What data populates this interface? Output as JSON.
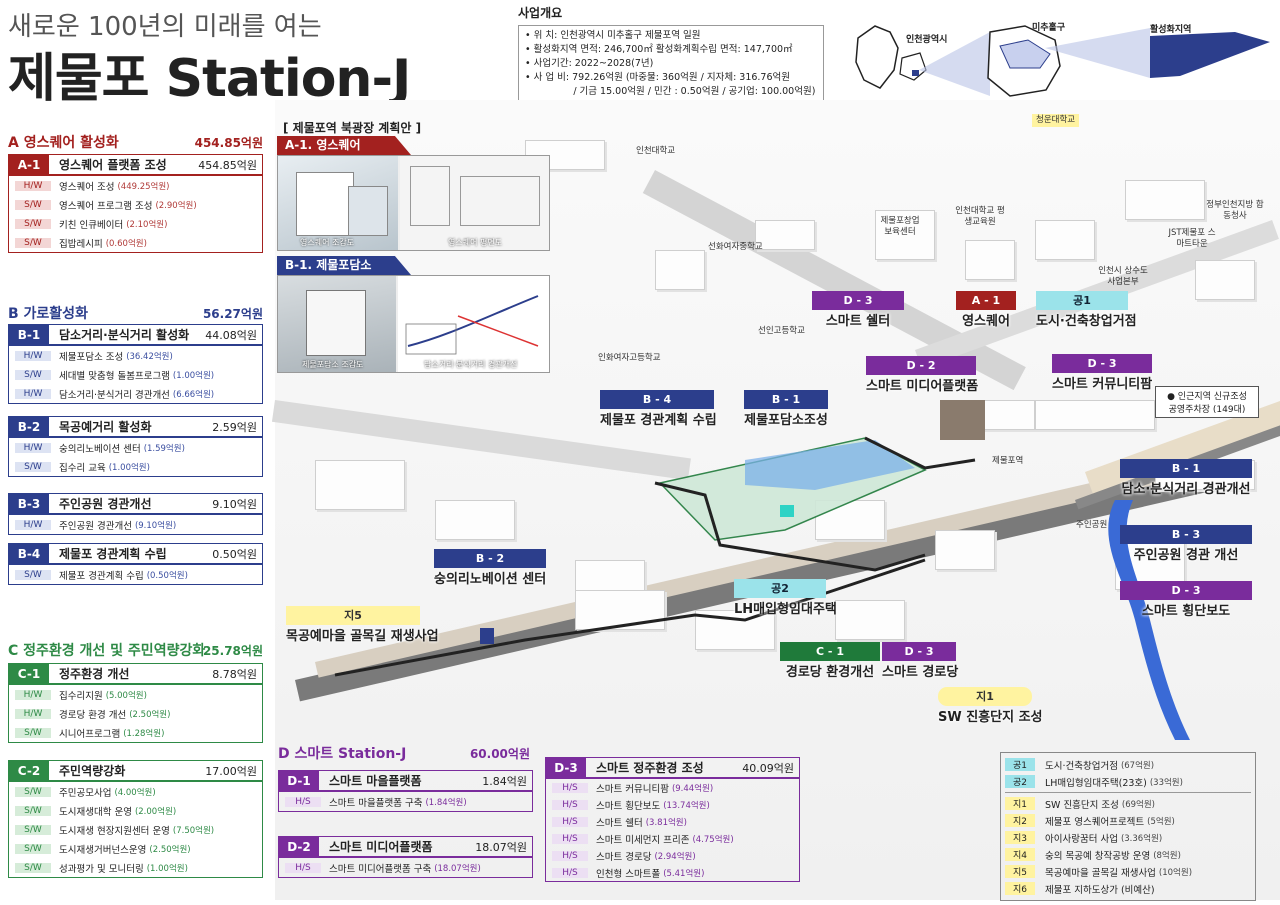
{
  "header": {
    "subtitle": "새로운 100년의 미래를 여는",
    "title": "제물포 Station-J"
  },
  "overview": {
    "heading": "사업개요",
    "lines": [
      "• 위        치: 인천광역시 미추홀구 제물포역 일원",
      "• 활성화지역 면적: 246,700㎡   활성화계획수립 면적: 147,700㎡",
      "• 사업기간: 2022~2028(7년)",
      "• 사 업 비: 792.26억원 (마중물: 360억원 / 지자체: 316.76억원",
      "                / 기금 15.00억원 / 민간 : 0.50억원 / 공기업: 100.00억원)"
    ]
  },
  "location_map": {
    "labels": [
      "인천광역시",
      "미추홀구",
      "활성화지역"
    ]
  },
  "sections": {
    "A": {
      "title": "A 영스퀘어 활성화",
      "amount": "454.85억원",
      "projects": [
        {
          "code": "A-1",
          "name": "영스퀘어 플랫폼 조성",
          "amount": "454.85억원",
          "items": [
            {
              "tag": "H/W",
              "text": "영스퀘어 조성",
              "amt": "(449.25억원)"
            },
            {
              "tag": "S/W",
              "text": "영스퀘어 프로그램 조성",
              "amt": "(2.90억원)"
            },
            {
              "tag": "S/W",
              "text": "키친 인큐베이터",
              "amt": "(2.10억원)"
            },
            {
              "tag": "S/W",
              "text": "집밥레시피",
              "amt": "(0.60억원)"
            }
          ]
        }
      ]
    },
    "B": {
      "title": "B 가로활성화",
      "amount": "56.27억원",
      "projects": [
        {
          "code": "B-1",
          "name": "담소거리·분식거리 활성화",
          "amount": "44.08억원",
          "items": [
            {
              "tag": "H/W",
              "text": "제물포담소 조성",
              "amt": "(36.42억원)"
            },
            {
              "tag": "S/W",
              "text": "세대별 맞춤형 돌봄프로그램",
              "amt": "(1.00억원)"
            },
            {
              "tag": "H/W",
              "text": "담소거리·분식거리 경관개선",
              "amt": "(6.66억원)"
            }
          ]
        },
        {
          "code": "B-2",
          "name": "목공예거리 활성화",
          "amount": "2.59억원",
          "items": [
            {
              "tag": "H/W",
              "text": "숭의리노베이션 센터",
              "amt": "(1.59억원)"
            },
            {
              "tag": "S/W",
              "text": "집수리 교육",
              "amt": "(1.00억원)"
            }
          ]
        },
        {
          "code": "B-3",
          "name": "주인공원 경관개선",
          "amount": "9.10억원",
          "items": [
            {
              "tag": "H/W",
              "text": "주인공원 경관개선",
              "amt": "(9.10억원)"
            }
          ]
        },
        {
          "code": "B-4",
          "name": "제물포 경관계획 수립",
          "amount": "0.50억원",
          "items": [
            {
              "tag": "S/W",
              "text": "제물포 경관계획 수립",
              "amt": "(0.50억원)"
            }
          ]
        }
      ]
    },
    "C": {
      "title": "C 정주환경 개선 및 주민역량강화",
      "amount": "25.78억원",
      "projects": [
        {
          "code": "C-1",
          "name": "정주환경 개선",
          "amount": "8.78억원",
          "items": [
            {
              "tag": "H/W",
              "text": "집수리지원",
              "amt": "(5.00억원)"
            },
            {
              "tag": "H/W",
              "text": "경로당 환경 개선",
              "amt": "(2.50억원)"
            },
            {
              "tag": "S/W",
              "text": "시니어프로그램",
              "amt": "(1.28억원)"
            }
          ]
        },
        {
          "code": "C-2",
          "name": "주민역량강화",
          "amount": "17.00억원",
          "items": [
            {
              "tag": "S/W",
              "text": "주민공모사업",
              "amt": "(4.00억원)"
            },
            {
              "tag": "S/W",
              "text": "도시재생대학 운영",
              "amt": "(2.00억원)"
            },
            {
              "tag": "S/W",
              "text": "도시재생 현장지원센터 운영",
              "amt": "(7.50억원)"
            },
            {
              "tag": "S/W",
              "text": "도시재생거버넌스운영",
              "amt": "(2.50억원)"
            },
            {
              "tag": "S/W",
              "text": "성과평가 및 모니터링",
              "amt": "(1.00억원)"
            }
          ]
        }
      ]
    },
    "D": {
      "title": "D 스마트 Station-J",
      "amount": "60.00억원",
      "projects": [
        {
          "code": "D-1",
          "name": "스마트 마을플랫폼",
          "amount": "1.84억원",
          "items": [
            {
              "tag": "H/S",
              "text": "스마트 마을플랫폼 구축",
              "amt": "(1.84억원)"
            }
          ]
        },
        {
          "code": "D-2",
          "name": "스마트 미디어플랫폼",
          "amount": "18.07억원",
          "items": [
            {
              "tag": "H/S",
              "text": "스마트 미디어플랫폼 구축",
              "amt": "(18.07억원)"
            }
          ]
        },
        {
          "code": "D-3",
          "name": "스마트 정주환경 조성",
          "amount": "40.09억원",
          "items": [
            {
              "tag": "H/S",
              "text": "스마트 커뮤니티팜",
              "amt": "(9.44억원)"
            },
            {
              "tag": "H/S",
              "text": "스마트 횡단보도",
              "amt": "(13.74억원)"
            },
            {
              "tag": "H/S",
              "text": "스마트 쉘터",
              "amt": "(3.81억원)"
            },
            {
              "tag": "H/S",
              "text": "스마트 미세먼지 프리존",
              "amt": "(4.75억원)"
            },
            {
              "tag": "H/S",
              "text": "스마트 경로당",
              "amt": "(2.94억원)"
            },
            {
              "tag": "H/S",
              "text": "인천형 스마트폴",
              "amt": "(5.41억원)"
            }
          ]
        }
      ]
    }
  },
  "plan": {
    "heading": "[ 제물포역 북광장 계획안 ]",
    "a1": "A-1. 영스퀘어",
    "a1_img1": "영스퀘어 조감도",
    "a1_img2": "영스퀘어 평면도",
    "b1": "B-1. 제물포담소",
    "b1_img1": "제물포담소 조감도",
    "b1_img2": "담소거리·분식거리 경관개선"
  },
  "map_labels": [
    {
      "code": "D - 3",
      "name": "스마트 쉘터",
      "cls": "bg-purple"
    },
    {
      "code": "A - 1",
      "name": "영스퀘어",
      "cls": "bg-red"
    },
    {
      "code": "공1",
      "name": "도시·건축창업거점",
      "cls": "bg-cyan"
    },
    {
      "code": "D - 2",
      "name": "스마트 미디어플랫폼",
      "cls": "bg-purple"
    },
    {
      "code": "D - 3",
      "name": "스마트 커뮤니티팜",
      "cls": "bg-purple"
    },
    {
      "code": "B - 4",
      "name": "제물포 경관계획 수립",
      "cls": "bg-blue"
    },
    {
      "code": "B - 1",
      "name": "제물포담소조성",
      "cls": "bg-blue"
    },
    {
      "code": "B - 1",
      "name": "담소·분식거리 경관개선",
      "cls": "bg-blue"
    },
    {
      "code": "B - 3",
      "name": "주인공원 경관 개선",
      "cls": "bg-blue"
    },
    {
      "code": "D - 3",
      "name": "스마트 횡단보도",
      "cls": "bg-purple"
    },
    {
      "code": "B - 2",
      "name": "숭의리노베이션 센터",
      "cls": "bg-blue"
    },
    {
      "code": "지5",
      "name": "목공예마을 골목길 재생사업",
      "cls": "bg-yellow"
    },
    {
      "code": "공2",
      "name": "LH매입형임대주택",
      "cls": "bg-cyan"
    },
    {
      "code": "C - 1",
      "name": "경로당 환경개선",
      "cls": "bg-green"
    },
    {
      "code": "D - 3",
      "name": "스마트 경로당",
      "cls": "bg-purple"
    },
    {
      "code": "지1",
      "name": "SW 진흥단지 조성",
      "cls": "bg-yellow"
    }
  ],
  "parking_note": {
    "line1": "● 인근지역 신규조성",
    "line2": "공영주차장 (149대)"
  },
  "places": [
    "청운대학교",
    "인천대학교",
    "정부인천지방 합동청사",
    "제물포창업 보육센터",
    "인천대학교 평생교육원",
    "JST제물포 스마트타운",
    "선화여자중학교",
    "인천시 상수도사업본부",
    "선인고등학교",
    "인화여자고등학교",
    "제물포역",
    "주인공원"
  ],
  "legend": [
    {
      "tag": "공1",
      "text": "도시·건축창업거점",
      "amt": "(67억원)",
      "type": "cyan"
    },
    {
      "tag": "공2",
      "text": "LH매입형임대주택(23호)",
      "amt": "(33억원)",
      "type": "cyan"
    },
    {
      "tag": "지1",
      "text": "SW 진흥단지 조성",
      "amt": "(69억원)",
      "type": "yellow"
    },
    {
      "tag": "지2",
      "text": "제물포 영스퀘어프로젝트",
      "amt": "(5억원)",
      "type": "yellow"
    },
    {
      "tag": "지3",
      "text": "아이사랑꿈터 사업",
      "amt": "(3.36억원)",
      "type": "yellow"
    },
    {
      "tag": "지4",
      "text": "숭의 목공예 창작공방 운영",
      "amt": "(8억원)",
      "type": "yellow"
    },
    {
      "tag": "지5",
      "text": "목공예마을 골목길 재생사업",
      "amt": "(10억원)",
      "type": "yellow"
    },
    {
      "tag": "지6",
      "text": "제물포 지하도상가 (비예산)",
      "amt": "",
      "type": "yellow"
    }
  ],
  "colors": {
    "red": "#a3211f",
    "blue": "#2c3e8c",
    "green": "#2e8a46",
    "purple": "#7a2c9c",
    "cyan": "#9be3ea",
    "yellow": "#fff3a0"
  }
}
